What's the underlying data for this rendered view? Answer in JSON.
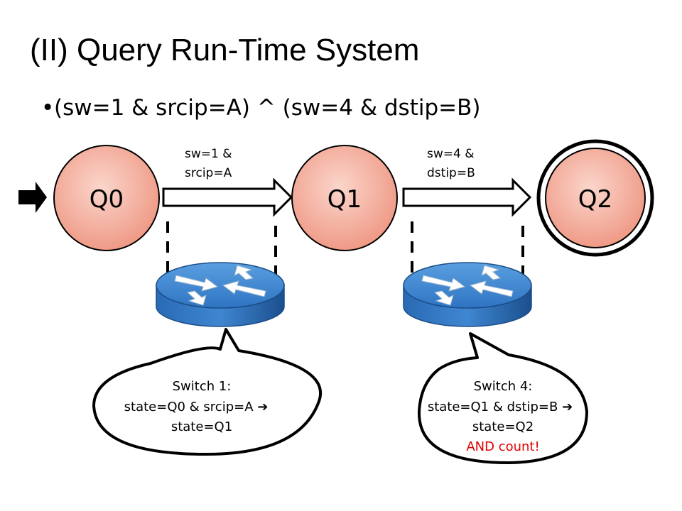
{
  "slide": {
    "title": "(II) Query Run-Time System",
    "bullet": "(sw=1 & srcip=A) ^ (sw=4 & dstip=B)"
  },
  "states": [
    {
      "label": "Q0"
    },
    {
      "label": "Q1"
    },
    {
      "label": "Q2",
      "accepting": true
    }
  ],
  "transitions": [
    {
      "label_line1": "sw=1 &",
      "label_line2": "srcip=A"
    },
    {
      "label_line1": "sw=4 &",
      "label_line2": "dstip=B"
    }
  ],
  "switches": [
    {
      "name": "Switch 1:",
      "rule": "state=Q0 & srcip=A",
      "arrow": "➔",
      "result": "state=Q1"
    },
    {
      "name": "Switch 4:",
      "rule": "state=Q1 & dstip=B",
      "arrow": "➔",
      "result": "state=Q2",
      "extra": "AND count!"
    }
  ],
  "colors": {
    "state_fill": "#f3aa98",
    "switch_top": "#3f86d0",
    "switch_side": "#1d5fa6",
    "highlight": "#e00000"
  },
  "icons": [
    "start-arrow-icon",
    "router-icon"
  ]
}
